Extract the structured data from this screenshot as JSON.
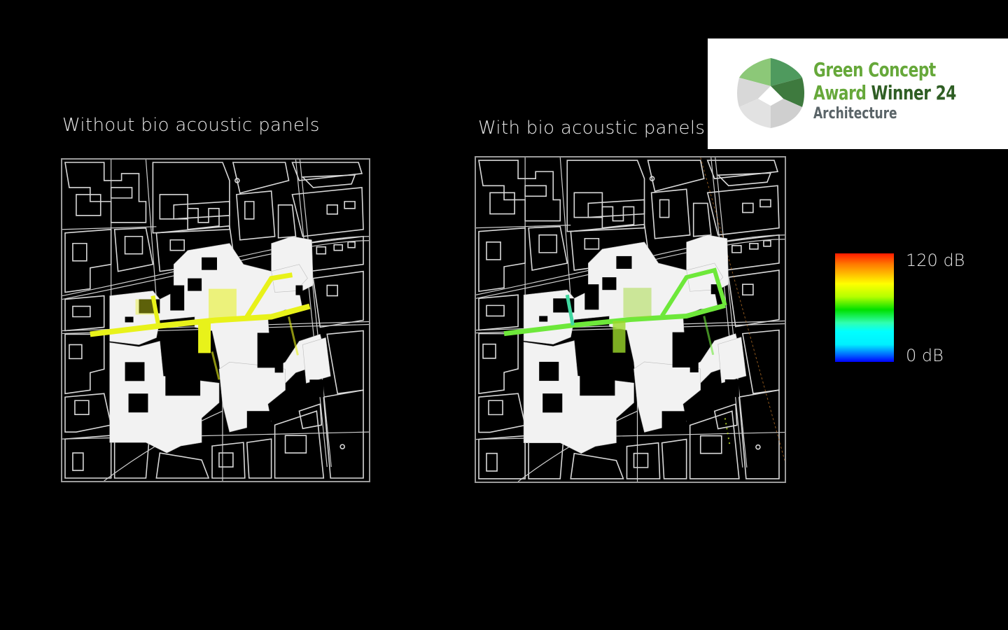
{
  "panels": {
    "left": {
      "title": "Without bio acoustic panels",
      "noise_color": "#e8f21a",
      "scenario": "without-panels"
    },
    "right": {
      "title": "With bio acoustic panels",
      "noise_color": "#6ee83a",
      "scenario": "with-panels"
    }
  },
  "legend": {
    "max_label": "120 dB",
    "min_label": "0 dB",
    "gradient_colors": [
      "#ff1a00",
      "#ff7a00",
      "#ffff00",
      "#00e000",
      "#00ffff",
      "#0000ff"
    ]
  },
  "badge": {
    "line1": "Green Concept",
    "line2_part1": "Award",
    "line2_part2": "Winner 24",
    "line3": "Architecture",
    "logo_icon": "green-concept-hexagon-logo",
    "colors": {
      "light_green": "#66a83a",
      "dark_green": "#2f5e24",
      "gray": "#5a6468"
    }
  }
}
